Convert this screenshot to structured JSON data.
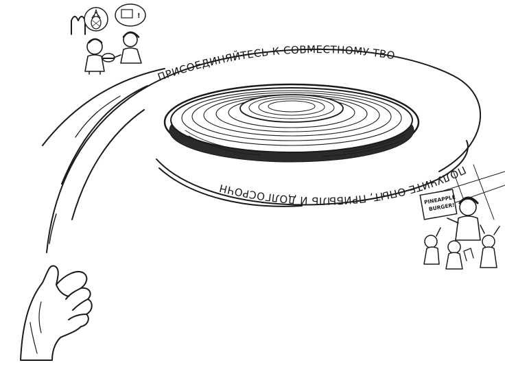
{
  "illustration": {
    "orbit_top_text": "ПРИСОЕДИНЯЙТЕСЬ К СОВМЕСТНОМУ ТВОРЧЕСТВУ",
    "orbit_bottom_text": "ПОЛУЧИТЕ ОПЫТ, ПРИБЫЛЬ И ДОЛГОСРОЧНЫЙ БОНУС",
    "store_sign_line1": "PINEAPPLE",
    "store_sign_line2": "BURGER!",
    "bubble_exclaim": "!"
  },
  "colors": {
    "ink": "#1a1a1a",
    "background": "#ffffff"
  },
  "icons": [
    "hand-icon",
    "frisbee-icon",
    "pineapple-icon",
    "burger-icon",
    "arch-logo-icon"
  ]
}
